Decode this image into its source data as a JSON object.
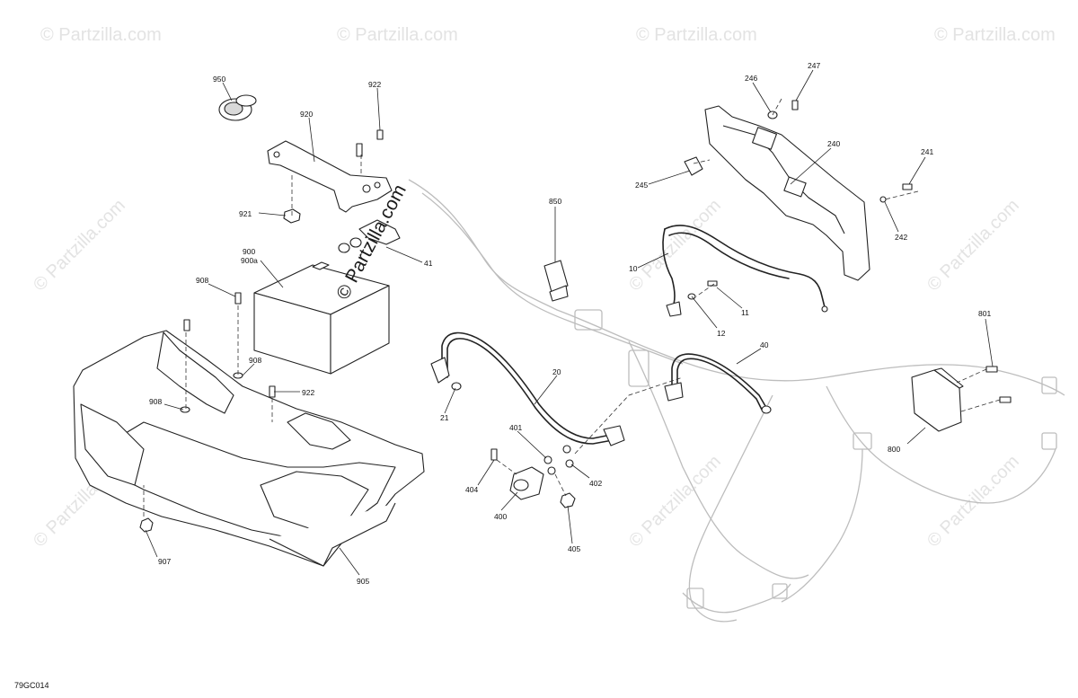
{
  "watermark": {
    "text": "© Partzilla.com",
    "center_text": "© Partzilla.com"
  },
  "diagram_code": "79GC014",
  "callouts": [
    {
      "id": "c950",
      "label": "950"
    },
    {
      "id": "c922a",
      "label": "922"
    },
    {
      "id": "c920",
      "label": "920"
    },
    {
      "id": "c921",
      "label": "921"
    },
    {
      "id": "c900",
      "label": "900"
    },
    {
      "id": "c900a",
      "label": "900a"
    },
    {
      "id": "c41",
      "label": "41"
    },
    {
      "id": "c908a",
      "label": "908"
    },
    {
      "id": "c908b",
      "label": "908"
    },
    {
      "id": "c908c",
      "label": "908"
    },
    {
      "id": "c922b",
      "label": "922"
    },
    {
      "id": "c907",
      "label": "907"
    },
    {
      "id": "c905",
      "label": "905"
    },
    {
      "id": "c850",
      "label": "850"
    },
    {
      "id": "c21",
      "label": "21"
    },
    {
      "id": "c20",
      "label": "20"
    },
    {
      "id": "c401",
      "label": "401"
    },
    {
      "id": "c402",
      "label": "402"
    },
    {
      "id": "c404",
      "label": "404"
    },
    {
      "id": "c400",
      "label": "400"
    },
    {
      "id": "c405",
      "label": "405"
    },
    {
      "id": "c246",
      "label": "246"
    },
    {
      "id": "c247",
      "label": "247"
    },
    {
      "id": "c240",
      "label": "240"
    },
    {
      "id": "c245",
      "label": "245"
    },
    {
      "id": "c241",
      "label": "241"
    },
    {
      "id": "c242",
      "label": "242"
    },
    {
      "id": "c10",
      "label": "10"
    },
    {
      "id": "c11",
      "label": "11"
    },
    {
      "id": "c12",
      "label": "12"
    },
    {
      "id": "c40",
      "label": "40"
    },
    {
      "id": "c801",
      "label": "801"
    },
    {
      "id": "c800",
      "label": "800"
    }
  ]
}
